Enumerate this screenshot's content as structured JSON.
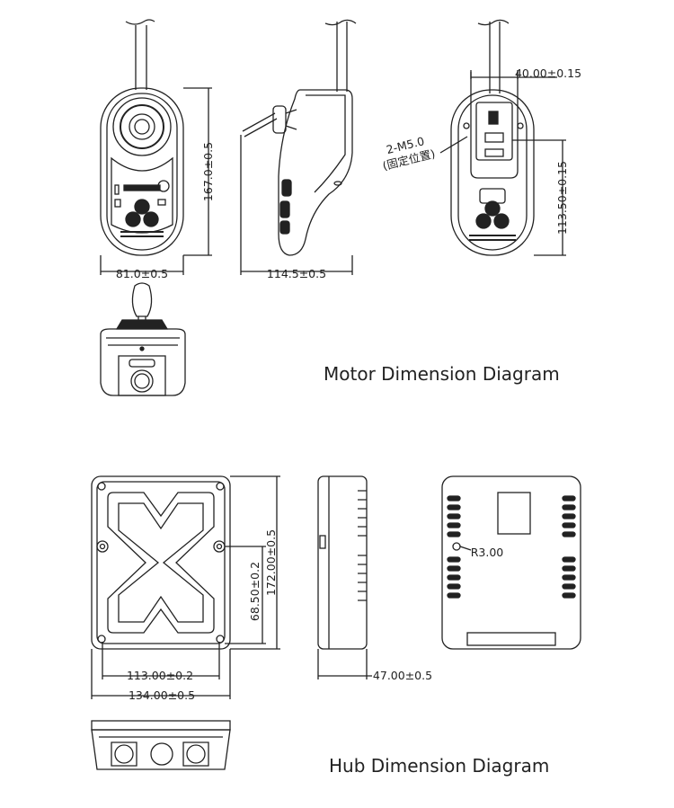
{
  "captions": {
    "motor": "Motor Dimension Diagram",
    "hub": "Hub Dimension Diagram"
  },
  "motor": {
    "front_height": "167.0±0.5",
    "front_width": "81.0±0.5",
    "side_depth": "114.5±0.5",
    "rear_top_width": "40.00±0.15",
    "rear_height": "113.50±0.15",
    "screw_note": "2-M5.0",
    "screw_note_sub": "(固定位置)"
  },
  "hub": {
    "hole_spacing_v": "68.50±0.2",
    "height": "172.00±0.5",
    "hole_spacing_h": "113.00±0.2",
    "width": "134.00±0.5",
    "depth": "47.00±0.5",
    "corner_radius": "R3.00"
  }
}
